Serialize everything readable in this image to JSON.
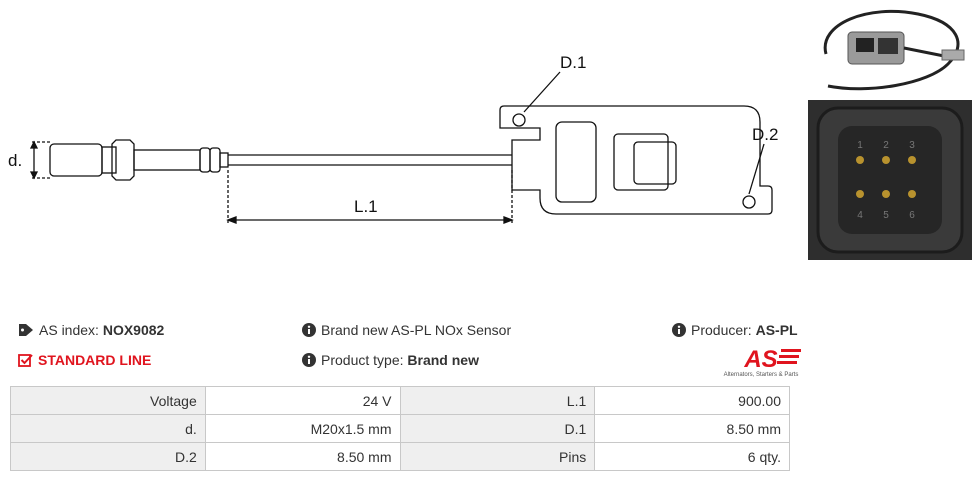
{
  "diagram": {
    "label_d": "d.",
    "label_l1": "L.1",
    "label_d1": "D.1",
    "label_d2": "D.2"
  },
  "photo_connector": {
    "pins_top": [
      "1",
      "2",
      "3"
    ],
    "pins_bottom": [
      "4",
      "5",
      "6"
    ]
  },
  "info": {
    "as_index_label": "AS index:",
    "as_index_value": "NOX9082",
    "line_label": "STANDARD LINE",
    "desc": "Brand new AS-PL NOx Sensor",
    "product_type_label": "Product type:",
    "product_type_value": "Brand new",
    "producer_label": "Producer:",
    "producer_value": "AS-PL"
  },
  "logo": {
    "text": "AS",
    "subtitle": "Alternators, Starters & Parts",
    "color": "#e0141e"
  },
  "specs": [
    {
      "k1": "Voltage",
      "v1": "24 V",
      "k2": "L.1",
      "v2": "900.00"
    },
    {
      "k1": "d.",
      "v1": "M20x1.5 mm",
      "k2": "D.1",
      "v2": "8.50 mm"
    },
    {
      "k1": "D.2",
      "v1": "8.50 mm",
      "k2": "Pins",
      "v2": "6 qty."
    }
  ]
}
